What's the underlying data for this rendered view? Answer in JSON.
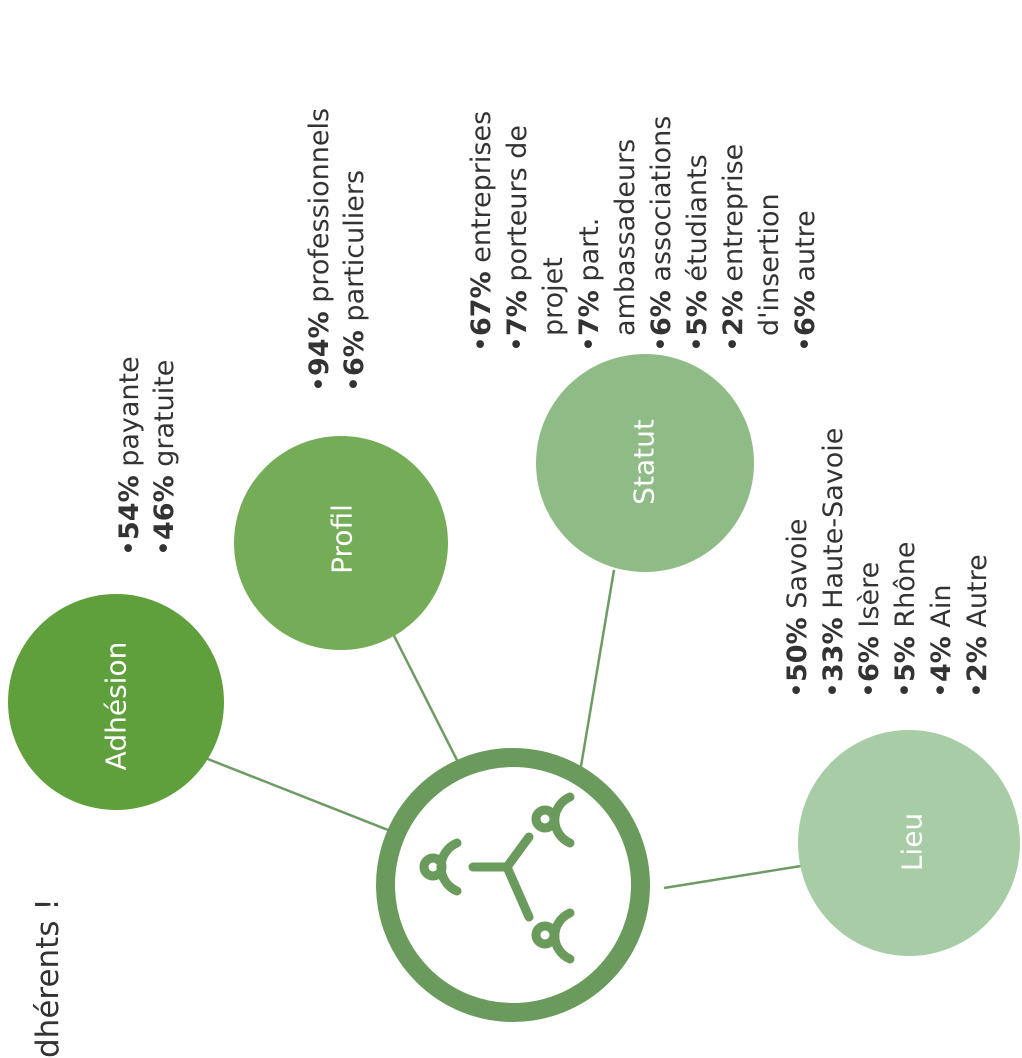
{
  "headline": "dhérents !",
  "colors": {
    "hub": "#6b9a5d",
    "adhesion": "#5f9f3c",
    "profil": "#75ac58",
    "statut": "#8fbc86",
    "lieu": "#a8cca5",
    "line": "#6e9b63"
  },
  "center_icon": "people-network-icon",
  "nodes": {
    "adhesion": {
      "label": "Adhésion",
      "items": [
        {
          "pct": "54%",
          "text": " payante"
        },
        {
          "pct": "46%",
          "text": " gratuite"
        }
      ]
    },
    "profil": {
      "label": "Profil",
      "items": [
        {
          "pct": "94%",
          "text": " professionnels"
        },
        {
          "pct": "6%",
          "text": " particuliers"
        }
      ]
    },
    "statut": {
      "label": "Statut",
      "items": [
        {
          "pct": "67%",
          "text": " entreprises",
          "cont": ""
        },
        {
          "pct": "7%",
          "text": " porteurs de",
          "cont": "projet"
        },
        {
          "pct": "7%",
          "text": " part.",
          "cont": "ambassadeurs"
        },
        {
          "pct": "6%",
          "text": " associations",
          "cont": ""
        },
        {
          "pct": "5%",
          "text": " étudiants",
          "cont": ""
        },
        {
          "pct": "2%",
          "text": " entreprise",
          "cont": "d'insertion"
        },
        {
          "pct": "6%",
          "text": " autre",
          "cont": ""
        }
      ]
    },
    "lieu": {
      "label": "Lieu",
      "items": [
        {
          "pct": "50%",
          "text": " Savoie"
        },
        {
          "pct": "33%",
          "text": " Haute-Savoie"
        },
        {
          "pct": "6%",
          "text": " Isère"
        },
        {
          "pct": "5%",
          "text": " Rhône"
        },
        {
          "pct": "4%",
          "text": " Ain"
        },
        {
          "pct": "2%",
          "text": " Autre"
        }
      ]
    }
  }
}
